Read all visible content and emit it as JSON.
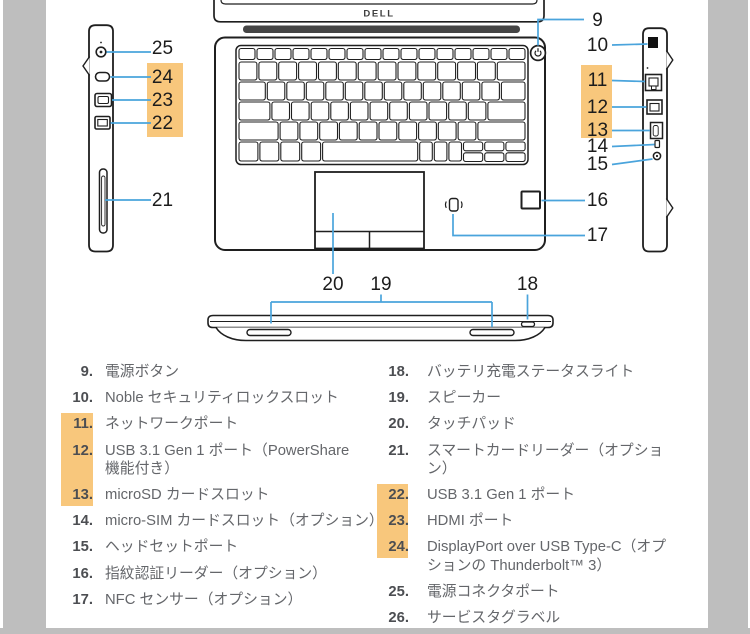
{
  "brand": "DELL",
  "colors": {
    "highlight": "#f8c77c",
    "callout_line": "#4aa4dc",
    "page_gutter_gray": "#bebebe",
    "line_art": "#1f1f1f",
    "legend_text": "#64666a",
    "legend_number": "#4c4e52"
  },
  "icons": {
    "power_button": "power-icon",
    "nfc_sensor": "nfc-waves-icon",
    "fingerprint_reader": "fingerprint-square-icon",
    "security_lock": "lock-slot-icon"
  },
  "diagram": {
    "callouts": {
      "left": [
        {
          "label": "25",
          "highlighted": false
        },
        {
          "label": "24",
          "highlighted": true
        },
        {
          "label": "23",
          "highlighted": true
        },
        {
          "label": "22",
          "highlighted": true
        },
        {
          "label": "21",
          "highlighted": false
        }
      ],
      "right": [
        {
          "label": "9",
          "highlighted": false
        },
        {
          "label": "10",
          "highlighted": false
        },
        {
          "label": "11",
          "highlighted": true
        },
        {
          "label": "12",
          "highlighted": true
        },
        {
          "label": "13",
          "highlighted": true
        },
        {
          "label": "14",
          "highlighted": false
        },
        {
          "label": "15",
          "highlighted": false
        },
        {
          "label": "16",
          "highlighted": false
        },
        {
          "label": "17",
          "highlighted": false
        }
      ],
      "bottom": [
        {
          "label": "20",
          "highlighted": false
        },
        {
          "label": "19",
          "highlighted": false
        },
        {
          "label": "18",
          "highlighted": false
        }
      ]
    }
  },
  "legend": {
    "left": [
      {
        "num": "9.",
        "text": "電源ボタン",
        "highlighted": false
      },
      {
        "num": "10.",
        "text": "Noble セキュリティロックスロット",
        "highlighted": false
      },
      {
        "num": "11.",
        "text": "ネットワークポート",
        "highlighted": true
      },
      {
        "num": "12.",
        "text": "USB 3.1 Gen 1 ポート（PowerShare\n機能付き）",
        "highlighted": true
      },
      {
        "num": "13.",
        "text": "microSD カードスロット",
        "highlighted": true
      },
      {
        "num": "14.",
        "text": "micro-SIM カードスロット（オプション）",
        "highlighted": false
      },
      {
        "num": "15.",
        "text": "ヘッドセットポート",
        "highlighted": false
      },
      {
        "num": "16.",
        "text": "指紋認証リーダー（オプション）",
        "highlighted": false
      },
      {
        "num": "17.",
        "text": "NFC センサー（オプション）",
        "highlighted": false
      }
    ],
    "right": [
      {
        "num": "18.",
        "text": "バッテリ充電ステータスライト",
        "highlighted": false
      },
      {
        "num": "19.",
        "text": "スピーカー",
        "highlighted": false
      },
      {
        "num": "20.",
        "text": "タッチパッド",
        "highlighted": false
      },
      {
        "num": "21.",
        "text": "スマートカードリーダー（オプショ\nン）",
        "highlighted": false
      },
      {
        "num": "22.",
        "text": "USB 3.1 Gen 1 ポート",
        "highlighted": true
      },
      {
        "num": "23.",
        "text": "HDMI ポート",
        "highlighted": true
      },
      {
        "num": "24.",
        "text": "DisplayPort over USB Type-C（オプ\nションの Thunderbolt™ 3）",
        "highlighted": true
      },
      {
        "num": "25.",
        "text": "電源コネクタポート",
        "highlighted": false
      },
      {
        "num": "26.",
        "text": "サービスタグラベル",
        "highlighted": false
      }
    ]
  }
}
